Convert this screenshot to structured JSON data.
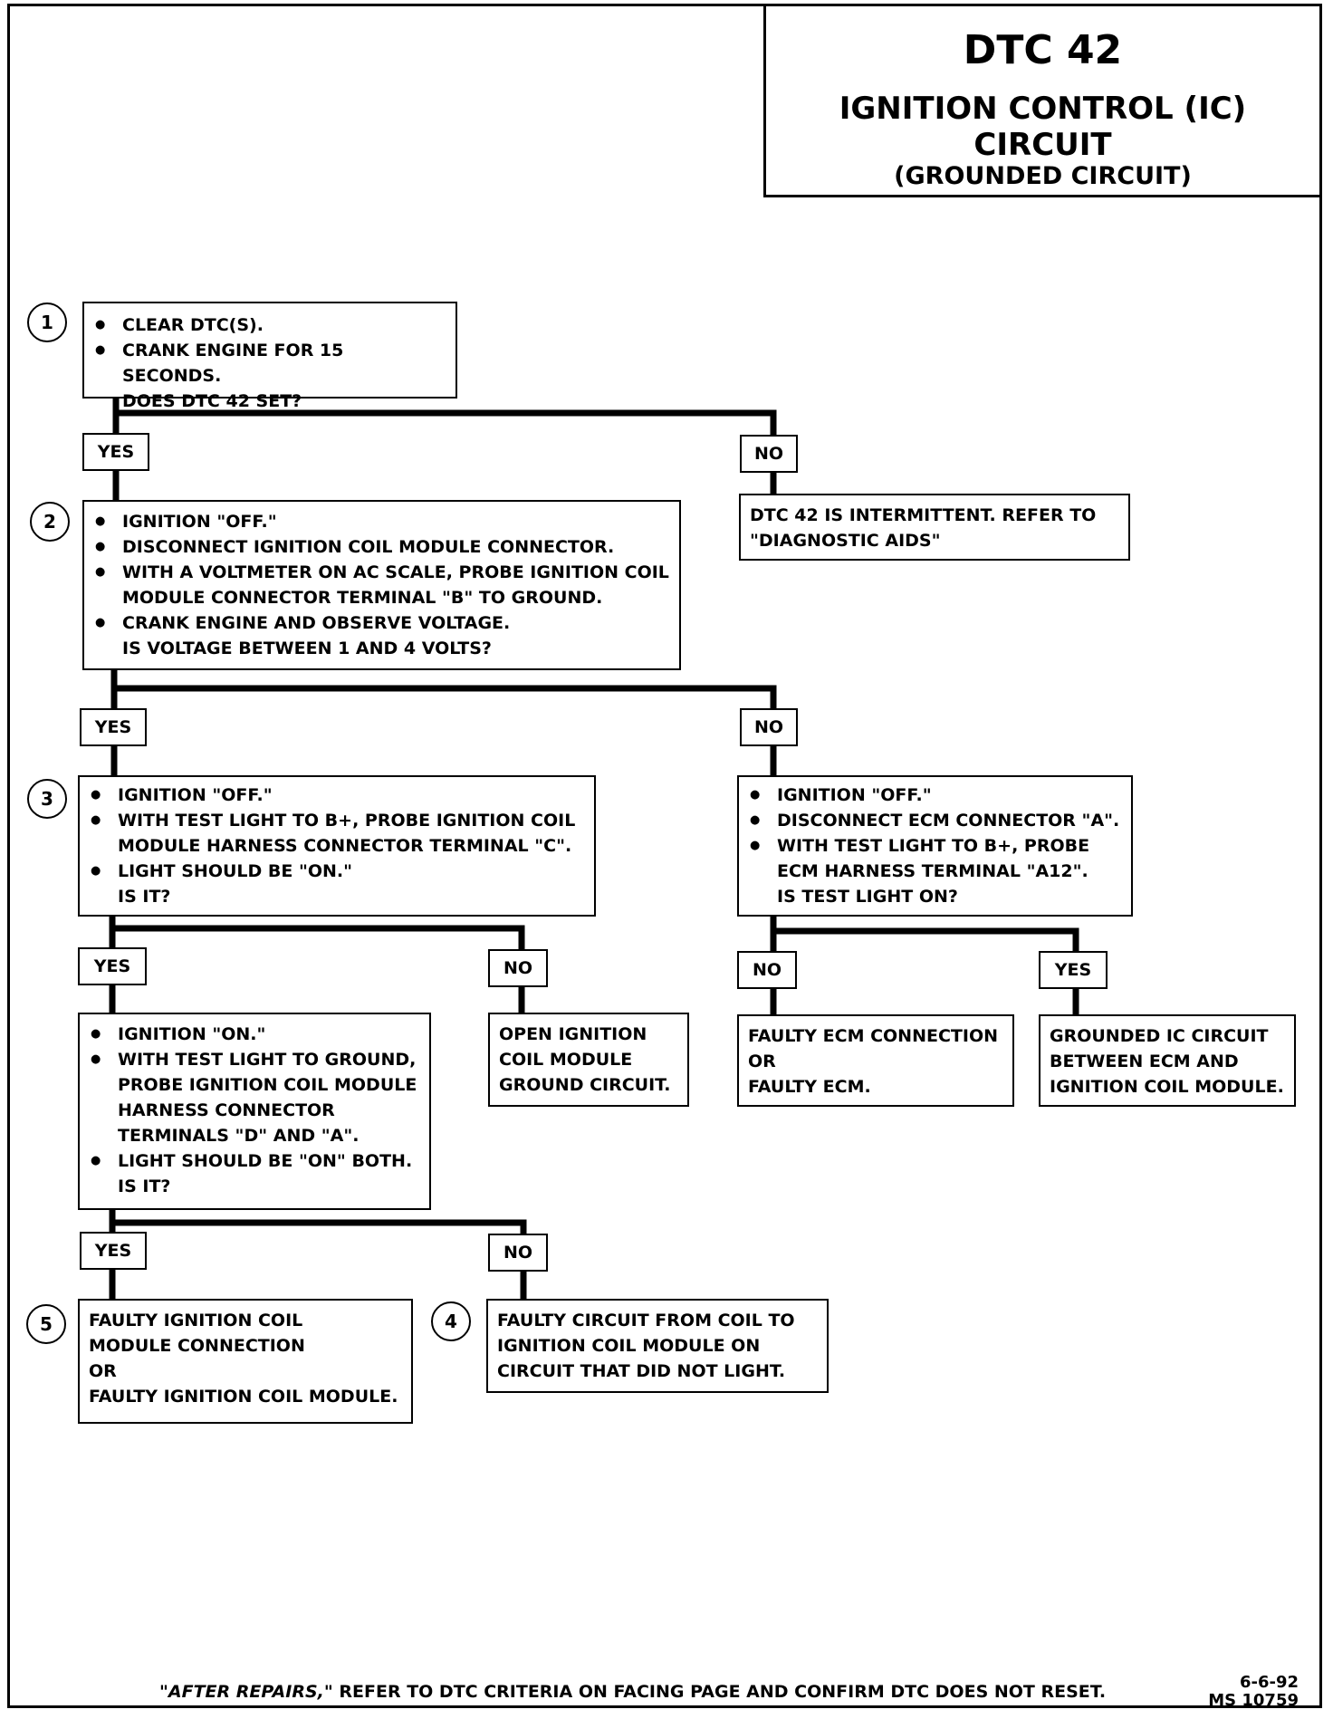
{
  "title": {
    "code": "DTC 42",
    "name": "IGNITION CONTROL (IC) CIRCUIT",
    "subtitle": "(GROUNDED CIRCUIT)"
  },
  "steps": {
    "s1": {
      "number": "1",
      "bullets": [
        "CLEAR DTC(s).",
        "CRANK ENGINE FOR 15 SECONDS."
      ],
      "question": "DOES DTC 42 SET?"
    },
    "s1_no": {
      "text": "DTC 42 IS INTERMITTENT. REFER TO \"DIAGNOSTIC AIDS\""
    },
    "s2": {
      "number": "2",
      "bullets": [
        "IGNITION \"OFF.\"",
        "DISCONNECT IGNITION COIL MODULE CONNECTOR.",
        "WITH A VOLTMETER ON AC SCALE, PROBE IGNITION COIL MODULE CONNECTOR TERMINAL \"B\" TO GROUND.",
        "CRANK ENGINE AND OBSERVE VOLTAGE."
      ],
      "question": "IS VOLTAGE BETWEEN 1 AND 4 VOLTS?"
    },
    "s3": {
      "number": "3",
      "bullets": [
        "IGNITION \"OFF.\"",
        "WITH TEST LIGHT TO B+, PROBE IGNITION COIL MODULE HARNESS CONNECTOR TERMINAL \"C\".",
        "LIGHT SHOULD BE \"ON.\""
      ],
      "question": "IS IT?"
    },
    "s2_no": {
      "bullets": [
        "IGNITION \"OFF.\"",
        "DISCONNECT ECM CONNECTOR \"A\".",
        "WITH TEST LIGHT TO B+, PROBE ECM HARNESS TERMINAL \"A12\"."
      ],
      "question": "IS TEST LIGHT ON?"
    },
    "s3_yes": {
      "bullets": [
        "IGNITION \"ON.\"",
        "WITH TEST LIGHT TO GROUND, PROBE IGNITION COIL MODULE HARNESS CONNECTOR TERMINALS \"D\" AND \"A\".",
        "LIGHT SHOULD BE \"ON\" BOTH."
      ],
      "question": "IS IT?"
    },
    "s3_no": {
      "text": "OPEN IGNITION COIL MODULE GROUND CIRCUIT."
    },
    "ecm_no": {
      "lines": [
        "FAULTY ECM CONNECTION",
        "OR",
        "FAULTY ECM."
      ]
    },
    "ecm_yes": {
      "text": "GROUNDED IC CIRCUIT BETWEEN ECM AND IGNITION COIL MODULE."
    },
    "s5": {
      "number": "5",
      "lines": [
        "FAULTY IGNITION COIL",
        "MODULE CONNECTION",
        "OR",
        "FAULTY IGNITION COIL MODULE."
      ]
    },
    "s4": {
      "number": "4",
      "text": "FAULTY CIRCUIT FROM COIL TO IGNITION COIL MODULE ON CIRCUIT THAT DID NOT LIGHT."
    }
  },
  "labels": {
    "yes": "YES",
    "no": "NO"
  },
  "footer": {
    "note_em": "\"AFTER REPAIRS,\"",
    "note_rest": " REFER TO DTC CRITERIA ON FACING PAGE AND CONFIRM DTC DOES NOT RESET.",
    "date": "6-6-92",
    "code": "MS 10759"
  }
}
